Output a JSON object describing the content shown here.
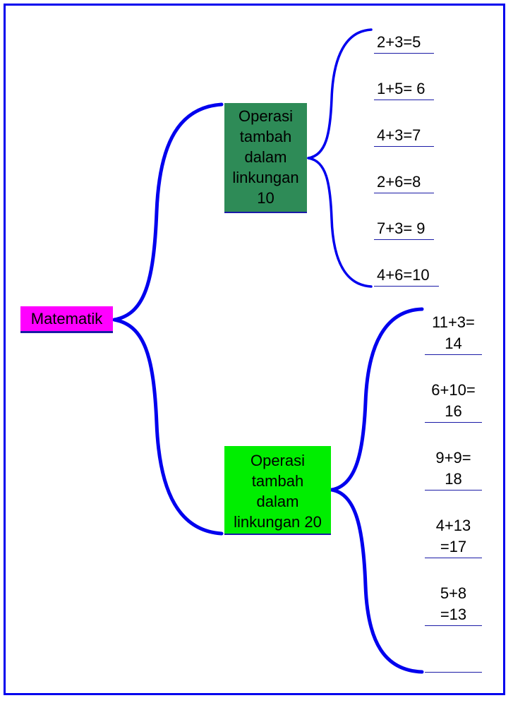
{
  "colors": {
    "frame": "#0000ee",
    "connector": "#0000ee",
    "root_bg": "#ff00ff",
    "branch1_bg": "#2e8b57",
    "branch2_bg": "#00ee00",
    "underline": "#1a1aa6"
  },
  "root": {
    "label": "Matematik"
  },
  "branches": [
    {
      "lines": [
        "Operasi",
        "tambah",
        "dalam",
        "linkungan",
        "10"
      ],
      "leaves": [
        "2+3=5",
        "1+5= 6",
        "4+3=7",
        "2+6=8",
        "7+3= 9",
        "4+6=10"
      ]
    },
    {
      "lines": [
        "Operasi",
        "tambah",
        "dalam",
        "linkungan 20"
      ],
      "leaves": [
        [
          "11+3=",
          "14"
        ],
        [
          "6+10=",
          "16"
        ],
        [
          "9+9=",
          "18"
        ],
        [
          "4+13",
          "=17"
        ],
        [
          "5+8",
          "=13"
        ],
        [
          "",
          ""
        ]
      ]
    }
  ]
}
